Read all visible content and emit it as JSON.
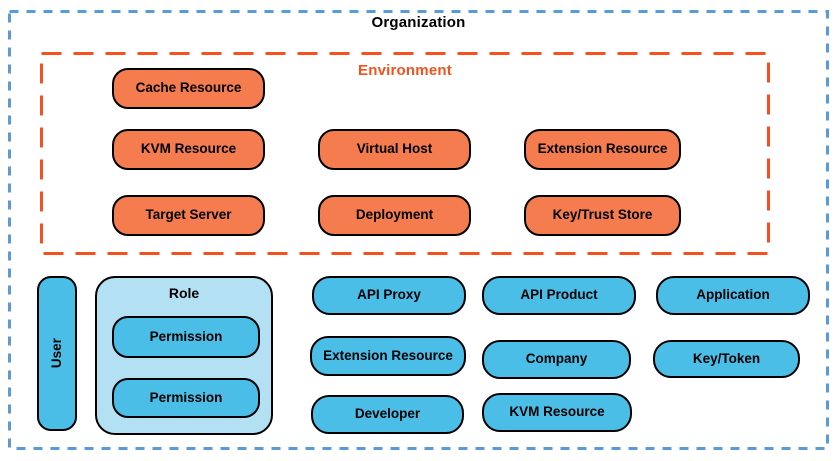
{
  "organization": {
    "label": "Organization"
  },
  "environment": {
    "label": "Environment",
    "boxes": [
      {
        "label": "Cache Resource"
      },
      {
        "label": "KVM Resource"
      },
      {
        "label": "Virtual Host"
      },
      {
        "label": "Extension Resource"
      },
      {
        "label": "Target Server"
      },
      {
        "label": "Deployment"
      },
      {
        "label": "Key/Trust Store"
      }
    ]
  },
  "org_level": {
    "user": {
      "label": "User"
    },
    "role": {
      "label": "Role",
      "permissions": [
        {
          "label": "Permission"
        },
        {
          "label": "Permission"
        }
      ]
    },
    "boxes": [
      {
        "label": "API Proxy"
      },
      {
        "label": "API Product"
      },
      {
        "label": "Application"
      },
      {
        "label": "Extension Resource"
      },
      {
        "label": "Company"
      },
      {
        "label": "Key/Token"
      },
      {
        "label": "Developer"
      },
      {
        "label": "KVM Resource"
      }
    ]
  },
  "colors": {
    "organization_border": "#5B9BD5",
    "environment_border": "#F4511E",
    "environment_label": "#F4511E",
    "environment_box_fill": "#F47C4E",
    "entity_box_fill": "#4BBEE8",
    "role_container_fill": "#B3E0F2",
    "box_stroke": "#000000",
    "canvas_background": "#FFFFFF"
  }
}
